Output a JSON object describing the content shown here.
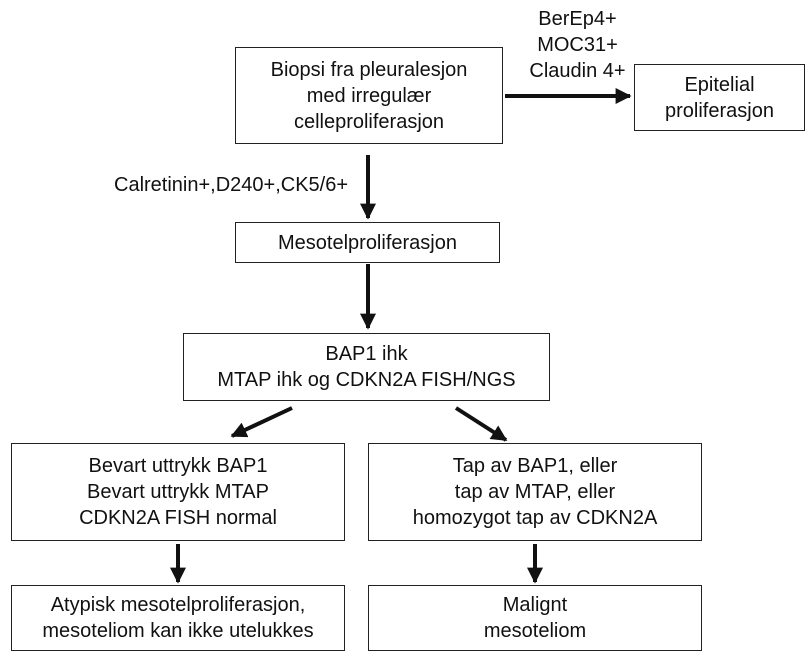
{
  "boxes": {
    "biopsy": [
      "Biopsi fra pleuralesjon",
      "med irregulær",
      "celleproliferasjon"
    ],
    "epithelial": [
      "Epitelial",
      "proliferasjon"
    ],
    "mesothelial": [
      "Mesotelproliferasjon"
    ],
    "tests": [
      "BAP1 ihk",
      "MTAP ihk og CDKN2A FISH/NGS"
    ],
    "preserved": [
      "Bevart uttrykk BAP1",
      "Bevart uttrykk MTAP",
      "CDKN2A FISH normal"
    ],
    "loss": [
      "Tap av BAP1, eller",
      "tap av MTAP, eller",
      "homozygot tap av CDKN2A"
    ],
    "atypical": [
      "Atypisk mesotelproliferasjon,",
      "mesoteliom kan ikke utelukkes"
    ],
    "malignant": [
      "Malignt",
      "mesoteliom"
    ]
  },
  "labels": {
    "epithelial_markers": [
      "BerEp4+",
      "MOC31+",
      "Claudin 4+"
    ],
    "mesothelial_markers": "Calretinin+,D240+,CK5/6+"
  }
}
